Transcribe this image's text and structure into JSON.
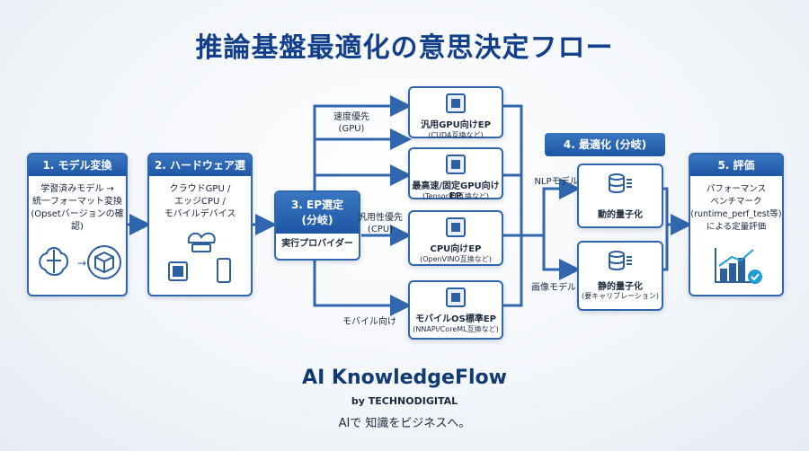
{
  "title": "推論基盤最適化の意思決定フロー",
  "steps": {
    "model_conversion": {
      "header": "1. モデル変換",
      "lines": [
        "学習済みモデル →",
        "統一フォーマット変換",
        "(Opsetバージョンの確認)"
      ]
    },
    "hardware_selection": {
      "header": "2. ハードウェア選定",
      "lines": [
        "クラウドGPU /",
        "エッジCPU /",
        "モバイルデバイス"
      ]
    },
    "ep_selection": {
      "header_line1": "3. EP選定",
      "header_line2": "(分岐)",
      "sub": "実行プロバイダー"
    },
    "optimization": {
      "header": "4. 最適化 (分岐)"
    },
    "evaluation": {
      "header": "5. 評価",
      "lines": [
        "パフォーマンス",
        "ベンチマーク",
        "(runtime_perf_test等)",
        "による定量評価"
      ]
    }
  },
  "branch_labels": {
    "speed": "速度優先",
    "speed_sub": "(GPU)",
    "general": "汎用性優先",
    "general_sub": "(CPU)",
    "mobile": "モバイル向け",
    "nlp": "NLPモデル",
    "image": "画像モデル"
  },
  "execution_providers": [
    {
      "name": "汎用GPU向けEP",
      "note": "(CUDA互換など)"
    },
    {
      "name": "最高速/固定GPU向けEP",
      "note": "(TensorRT互換など)"
    },
    {
      "name": "CPU向けEP",
      "note": "(OpenVINO互換など)"
    },
    {
      "name": "モバイルOS標準EP",
      "note": "(NNAPI/CoreML互換など)"
    }
  ],
  "optimizations": {
    "dynamic": {
      "name": "動的量子化",
      "note": ""
    },
    "static": {
      "name": "静的量子化",
      "note": "(要キャリブレーション)"
    }
  },
  "footer": {
    "brand": "AI KnowledgeFlow",
    "by": "by TECHNODIGITAL",
    "tagline": "AIで 知識をビジネスへ。"
  },
  "colors": {
    "primary": "#1d56a5",
    "title": "#123f8c",
    "line": "#2f66ad",
    "accent": "#1f9dd6"
  },
  "icons": [
    "brain-icon",
    "model-cube-icon",
    "cloud-server-icon",
    "cpu-chip-icon",
    "smartphone-icon",
    "database-icon",
    "bar-chart-icon",
    "check-badge-icon"
  ]
}
